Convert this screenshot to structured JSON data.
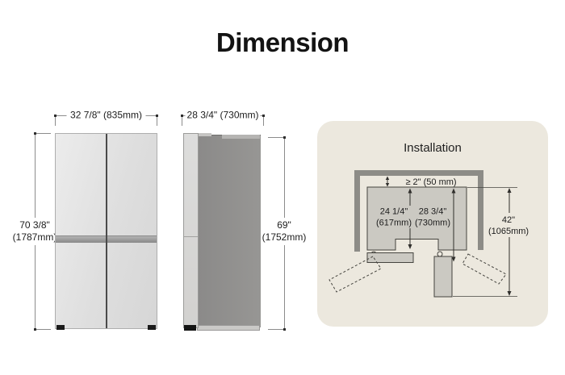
{
  "page": {
    "title": "Dimension"
  },
  "front_view": {
    "width_label": "32 7/8\" (835mm)",
    "height_label": [
      "70 3/8\"",
      "(1787mm)"
    ]
  },
  "side_view": {
    "depth_label": "28 3/4\" (730mm)",
    "height_label": [
      "69\"",
      "(1752mm)"
    ]
  },
  "installation": {
    "title": "Installation",
    "clearance_label": "≥ 2\" (50 mm)",
    "depth_without_doors": [
      "24 1/4\"",
      "(617mm)"
    ],
    "depth_with_doors": [
      "28 3/4\"",
      "(730mm)"
    ],
    "door_open_clearance": [
      "42\"",
      "(1065mm)"
    ]
  },
  "colors": {
    "panel_bg": "#ECE8DE",
    "wall": "#8D8C87",
    "top_view_body": "#CBC9C2",
    "dim_line": "#8C8C8C",
    "text": "#1C1C1C"
  }
}
